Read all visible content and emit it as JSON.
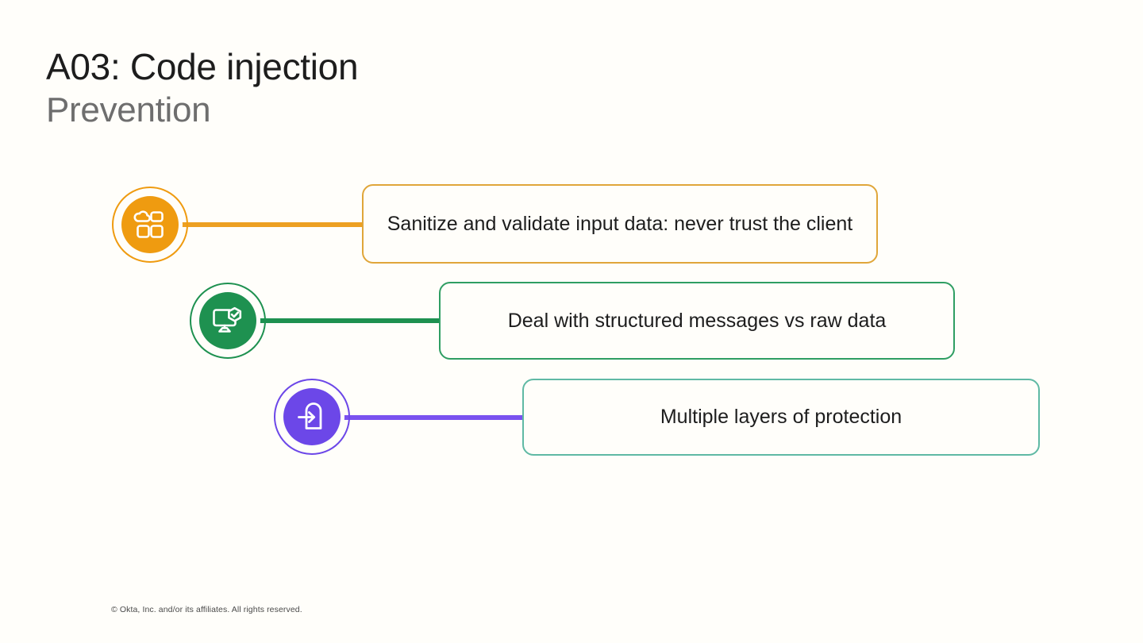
{
  "slide": {
    "title": "A03: Code injection",
    "subtitle": "Prevention",
    "background_color": "#fffefa"
  },
  "diagram": {
    "rows": [
      {
        "id": "sanitize",
        "icon_name": "cloud-apps-icon",
        "badge_color": "#ef9b10",
        "connector_color": "#eda022",
        "card_border_color": "#e0a63a",
        "text": "Sanitize and validate input data: never trust the client"
      },
      {
        "id": "structured-messages",
        "icon_name": "monitor-shield-check-icon",
        "badge_color": "#1e9150",
        "connector_color": "#1e9150",
        "card_border_color": "#2f9e63",
        "text": "Deal with structured messages vs raw data"
      },
      {
        "id": "layers-of-protection",
        "icon_name": "login-door-arrow-icon",
        "badge_color": "#6c47e8",
        "connector_color": "#7a52ef",
        "card_border_color": "#5fb9a4",
        "text": "Multiple layers of protection"
      }
    ]
  },
  "footer": {
    "copyright": "© Okta, Inc. and/or its affiliates. All rights reserved."
  }
}
